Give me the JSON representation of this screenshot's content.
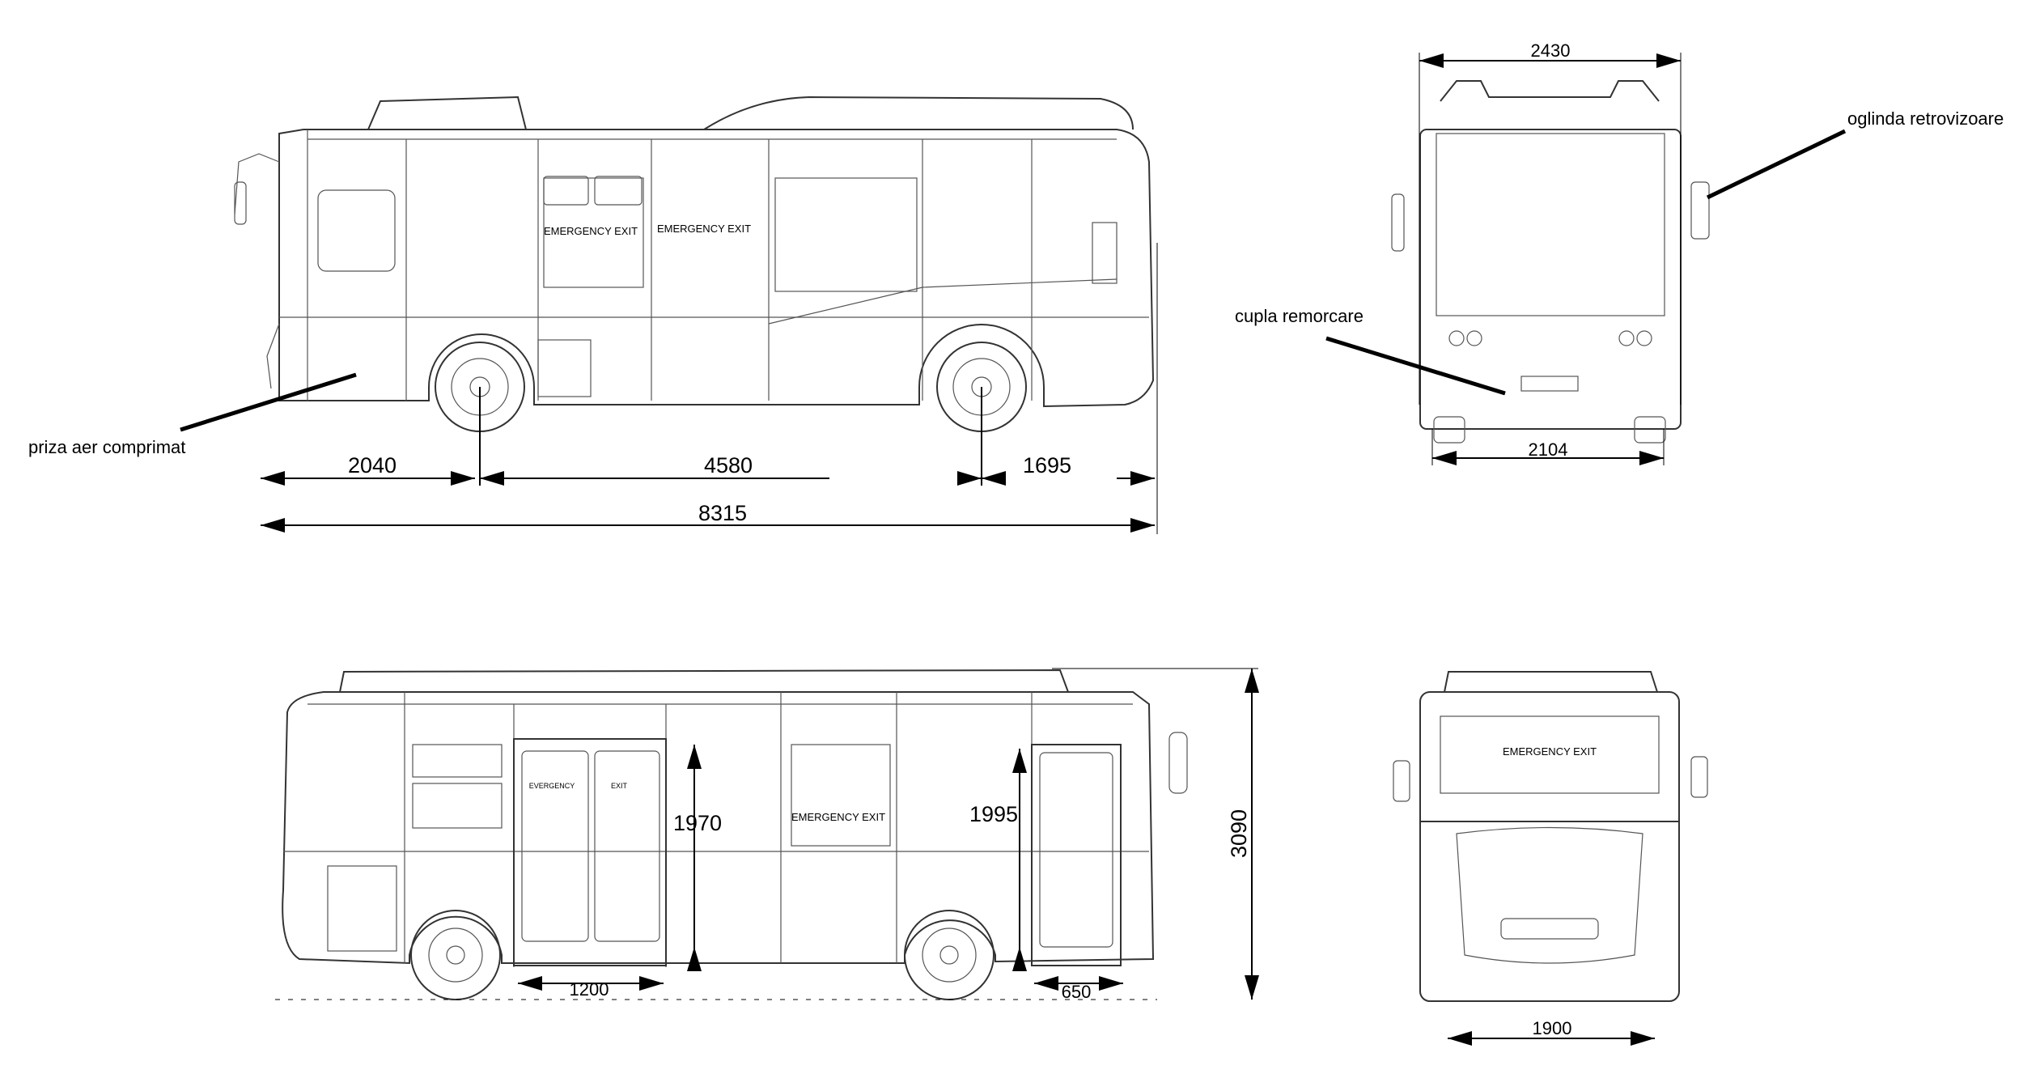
{
  "side_view_left": {
    "dimensions": {
      "front_overhang": "2040",
      "wheelbase": "4580",
      "rear_overhang": "1695",
      "overall_length": "8315"
    },
    "panel_labels": [
      "EMERGENCY EXIT",
      "EMERGENCY EXIT"
    ],
    "callout": "priza aer comprimat"
  },
  "front_view": {
    "dimensions": {
      "overall_width": "2430",
      "track_width": "2104"
    },
    "callouts": {
      "mirror": "oglinda retrovizoare",
      "tow_coupling": "cupla remorcare"
    }
  },
  "side_view_right": {
    "dimensions": {
      "door1_height": "1970",
      "door2_height": "1995",
      "overall_height": "3090",
      "door1_width": "1200",
      "door2_width": "650"
    },
    "panel_labels": {
      "door_left": "EVERGENCY",
      "door_right": "EXIT",
      "window": "EMERGENCY EXIT"
    }
  },
  "rear_view": {
    "panel_label": "EMERGENCY EXIT",
    "dimensions": {
      "rear_track": "1900"
    }
  }
}
